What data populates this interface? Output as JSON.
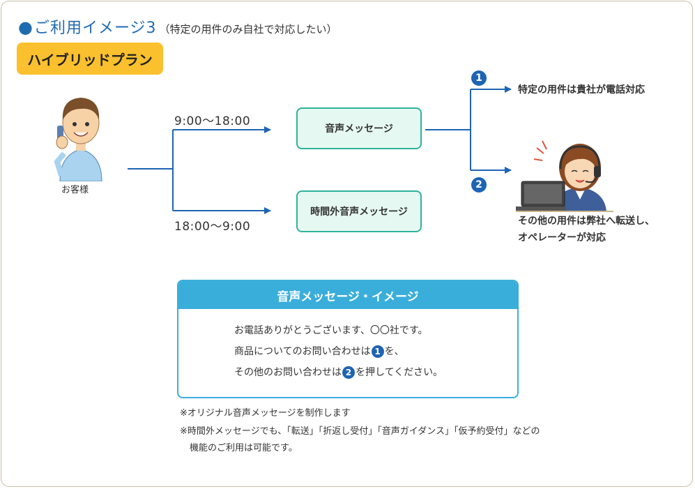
{
  "title": {
    "bullet": "●",
    "main": "ご利用イメージ3",
    "sub": "（特定の用件のみ自社で対応したい）"
  },
  "plan_badge": "ハイブリッドプラン",
  "customer": {
    "label": "お客様"
  },
  "schedule": {
    "daytime": "9:00〜18:00",
    "night": "18:00〜9:00"
  },
  "messages": {
    "daytime": "音声メッセージ",
    "night": "時間外音声メッセージ"
  },
  "routes": {
    "one": {
      "number": "1",
      "text": "特定の用件は貴社が電話対応"
    },
    "two": {
      "number": "2",
      "text_line1": "その他の用件は弊社へ転送し、",
      "text_line2": "オペレーターが対応"
    }
  },
  "voice_box": {
    "header": "音声メッセージ・イメージ",
    "line1": "お電話ありがとうございます、〇〇社です。",
    "line2_pre": "商品についてのお問い合わせは",
    "line2_num": "1",
    "line2_post": "を、",
    "line3_pre": "その他のお問い合わせは",
    "line3_num": "2",
    "line3_post": "を押してください。"
  },
  "notes": {
    "note1": "※オリジナル音声メッセージを制作します",
    "note2_line1": "※時間外メッセージでも、「転送」「折返し受付」「音声ガイダンス」「仮予約受付」などの",
    "note2_line2": "機能のご利用は可能です。"
  },
  "colors": {
    "title_blue": "#1f6bb0",
    "badge_yellow": "#fbc02d",
    "line_blue": "#1e64b4",
    "box_teal": "#2fb39a",
    "box_fill": "#e6f8f2",
    "voice_header": "#3aaedb",
    "frame": "#c9bfa8"
  },
  "icons": {
    "customer": "man-on-phone-illustration",
    "operator": "operator-with-headset-illustration"
  }
}
